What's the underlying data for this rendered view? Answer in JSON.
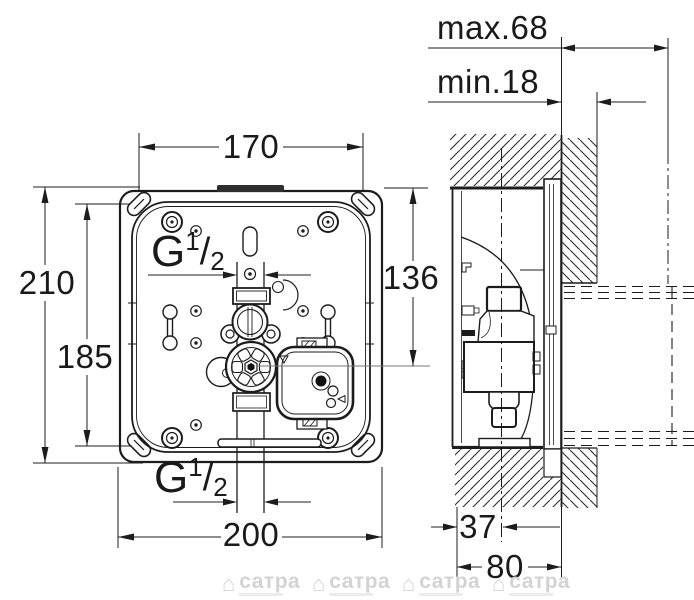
{
  "front_view": {
    "width_top": "170",
    "height_overall": "210",
    "height_holes": "185",
    "height_center": "136",
    "width_bottom": "200",
    "thread_top": {
      "g": "G",
      "num": "1",
      "slash": "/",
      "den": "2"
    },
    "thread_bottom": {
      "g": "G",
      "num": "1",
      "slash": "/",
      "den": "2"
    }
  },
  "side_view": {
    "depth_max": "max.68",
    "depth_min": "min.18",
    "depth_center": "37",
    "depth_overall": "80"
  },
  "watermarks": {
    "icon": "⌂",
    "label": "сатра"
  },
  "colors": {
    "line": "#1c1c1c",
    "gray_line": "#777777",
    "watermark": "#d3d3d3",
    "background": "#ffffff"
  }
}
